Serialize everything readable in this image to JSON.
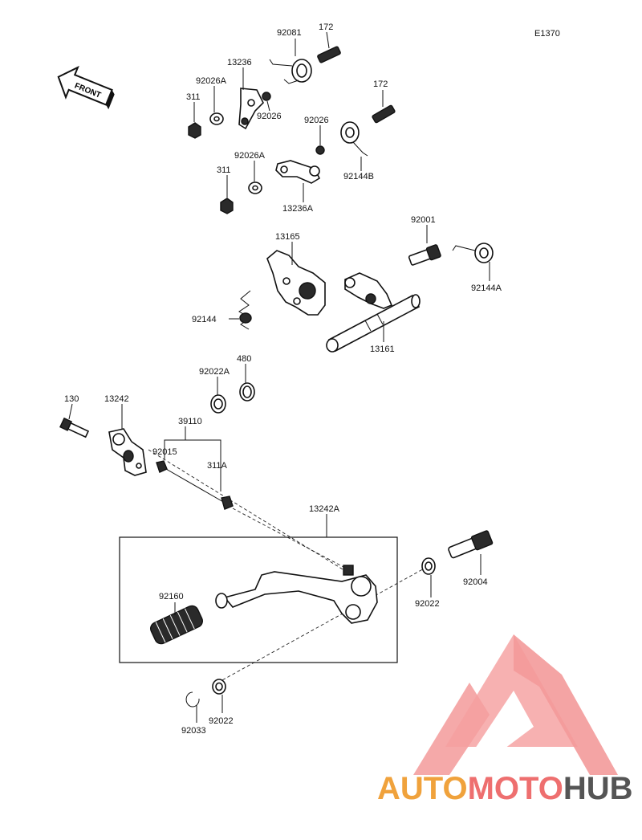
{
  "diagram_code": "E1370",
  "front_label": "FRONT",
  "parts": {
    "p_92081": "92081",
    "p_172_a": "172",
    "p_13236": "13236",
    "p_92026A_a": "92026A",
    "p_311_a": "311",
    "p_92026_a": "92026",
    "p_172_b": "172",
    "p_92026_b": "92026",
    "p_92144B": "92144B",
    "p_92026A_b": "92026A",
    "p_311_b": "311",
    "p_13236A": "13236A",
    "p_13165": "13165",
    "p_92001": "92001",
    "p_92144A": "92144A",
    "p_92144": "92144",
    "p_13161": "13161",
    "p_92022A": "92022A",
    "p_480": "480",
    "p_130": "130",
    "p_13242": "13242",
    "p_39110": "39110",
    "p_92015": "92015",
    "p_311A": "311A",
    "p_13242A": "13242A",
    "p_92160": "92160",
    "p_92022_a": "92022",
    "p_92004": "92004",
    "p_92033": "92033",
    "p_92022_b": "92022"
  },
  "watermark": {
    "part1": "AUTO",
    "part2": "MOTO",
    "part3": "HUB",
    "color_primary": "#f0a23c",
    "color_secondary": "#ee6f6f",
    "color_tertiary": "#555555"
  }
}
